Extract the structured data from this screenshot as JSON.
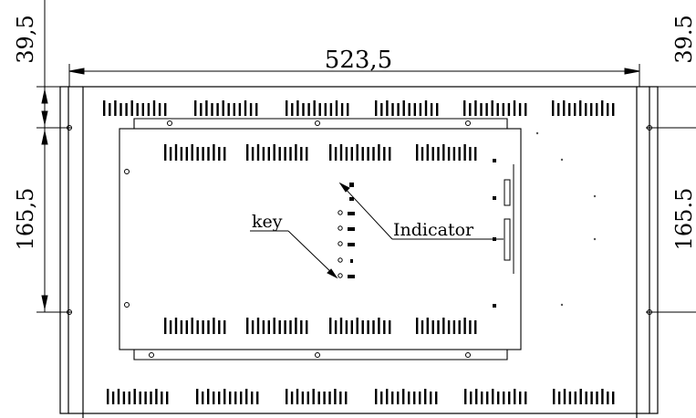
{
  "dimensions": {
    "top_width": "523,5",
    "left_top": "39,5",
    "left_height": "165,5",
    "right_top": "39.5",
    "right_height": "165.5"
  },
  "labels": {
    "key": "key",
    "indicator": "Indicator"
  }
}
